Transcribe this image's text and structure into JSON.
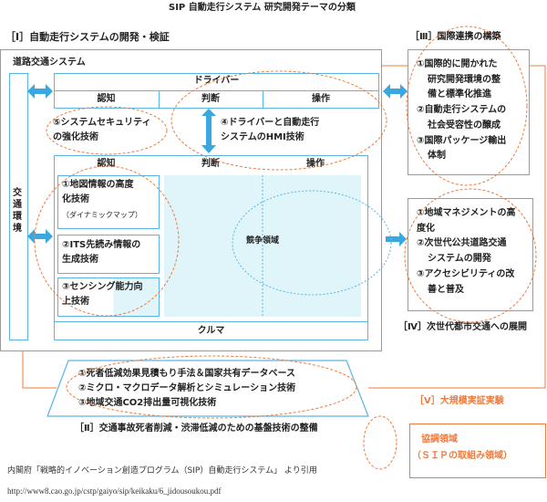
{
  "title": "SIP 自動走行システム 研究開発テーマの分類",
  "section1": {
    "label": "［Ⅰ］自動走行システムの開発・検証",
    "system": "道路交通システム",
    "environment": "交通環境",
    "driver": {
      "title": "ドライバー",
      "cols": [
        "認知",
        "判断",
        "操作"
      ]
    },
    "item5": [
      "⑤システムセキュリティ",
      "の強化技術"
    ],
    "item4": [
      "④ドライバーと自動走行",
      "システムのHMI技術"
    ],
    "car": {
      "cols": [
        "認知",
        "判断",
        "操作"
      ],
      "title": "クルマ",
      "competition": "競争領域",
      "item1": [
        "①地図情報の高度",
        "化技術",
        "（ダイナミックマップ）"
      ],
      "item2": [
        "②ITS先読み情報の",
        "生成技術"
      ],
      "item3": [
        "③センシング能力向",
        "上技術"
      ]
    }
  },
  "section3": {
    "label": "［Ⅲ］国際連携の構築",
    "items": [
      "①国際的に開かれた",
      "研究開発環境の整",
      "備と標準化推進",
      "②自動走行システムの",
      "社会受容性の醸成",
      "③国際パッケージ輸出",
      "体制"
    ]
  },
  "section4": {
    "label": "［Ⅳ］次世代都市交通への展開",
    "items": [
      "①地域マネジメントの高",
      "度化",
      "②次世代公共道路交通",
      "システムの開発",
      "③アクセシビリティの改",
      "善と普及"
    ]
  },
  "section2": {
    "label": "［Ⅱ］交通事故死者削減・渋滞低減のための基盤技術の整備",
    "items": [
      "①死者低減効果見積もり手法＆国家共有データベース",
      "②ミクロ・マクロデータ解析とシミュレーション技術",
      "③地域交通CO2排出量可視化技術"
    ]
  },
  "section5": {
    "label": "［Ⅴ］大規模実証実験"
  },
  "legend": {
    "line1": "協調領域",
    "line2": "（ＳＩＰの取組み領域）"
  },
  "footer": {
    "source": "内閣府「戦略的イノベーション創造プログラム（SIP）自動走行システム」 より引用",
    "url": "http://www8.cao.go.jp/cstp/gaiyo/sip/keikaku/6_jidousoukou.pdf"
  },
  "colors": {
    "blue": "#5ab4e4",
    "orange": "#f07a3c",
    "lightblue": "#e0f5fa"
  }
}
